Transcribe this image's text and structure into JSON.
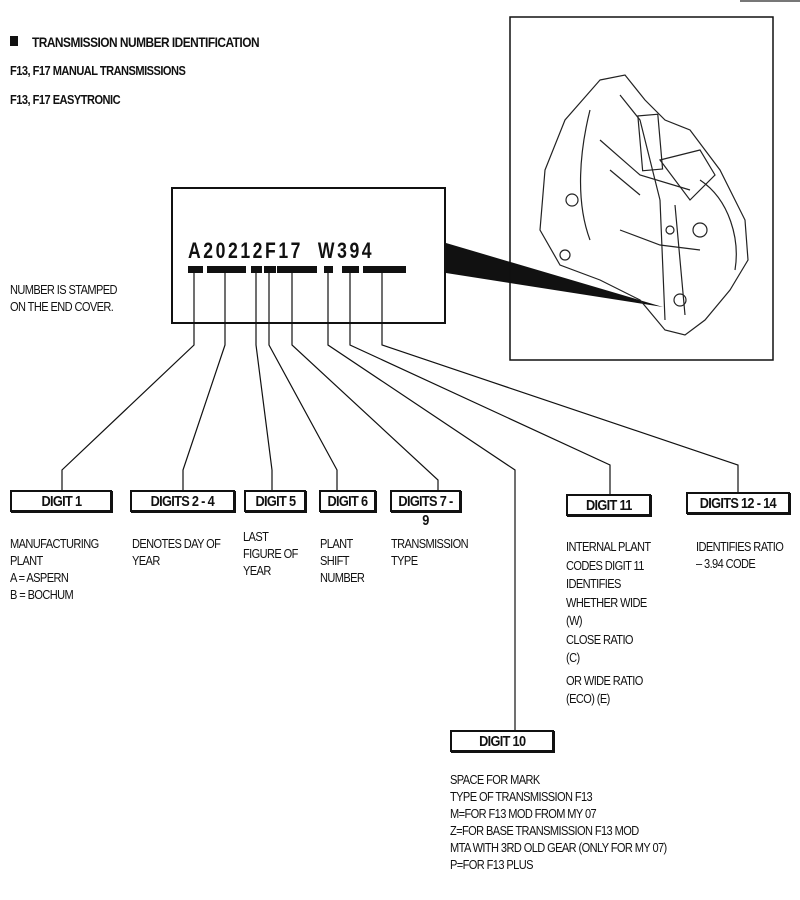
{
  "header": {
    "title": "TRANSMISSION NUMBER IDENTIFICATION",
    "subtitle1": "F13, F17 MANUAL TRANSMISSIONS",
    "subtitle2": "F13, F17 EASYTRONIC"
  },
  "stamp_note": [
    "NUMBER IS STAMPED",
    "ON THE END COVER."
  ],
  "number": "A20212F17  W394",
  "digits": [
    {
      "label": "DIGIT 1",
      "desc": [
        "MANUFACTURING",
        "PLANT",
        "A = ASPERN",
        "B = BOCHUM"
      ]
    },
    {
      "label": "DIGITS 2 - 4",
      "desc": [
        "DENOTES DAY OF",
        "YEAR"
      ]
    },
    {
      "label": "DIGIT 5",
      "desc": [
        "LAST",
        "FIGURE OF",
        "YEAR"
      ]
    },
    {
      "label": "DIGIT 6",
      "desc": [
        "PLANT",
        "SHIFT",
        "NUMBER"
      ]
    },
    {
      "label": "DIGITS 7 - 9",
      "desc": [
        "TRANSMISSION",
        "TYPE"
      ]
    },
    {
      "label": "DIGIT 10",
      "desc": [
        "SPACE FOR MARK",
        "TYPE OF TRANSMISSION F13",
        "M=FOR F13 MOD FROM MY 07",
        "Z=FOR BASE TRANSMISSION F13 MOD",
        "MTA WITH 3RD OLD GEAR (ONLY FOR MY 07)",
        "P=FOR F13 PLUS"
      ]
    },
    {
      "label": "DIGIT 11",
      "desc": [
        "INTERNAL PLANT",
        "CODES DIGIT 11",
        "IDENTIFIES",
        "WHETHER WIDE",
        "(W)",
        "CLOSE RATIO",
        "(C)",
        "OR WIDE RATIO",
        "(ECO) (E)"
      ]
    },
    {
      "label": "DIGITS 12 - 14",
      "desc": [
        "IDENTIFIES RATIO",
        "– 3.94 CODE"
      ]
    }
  ]
}
